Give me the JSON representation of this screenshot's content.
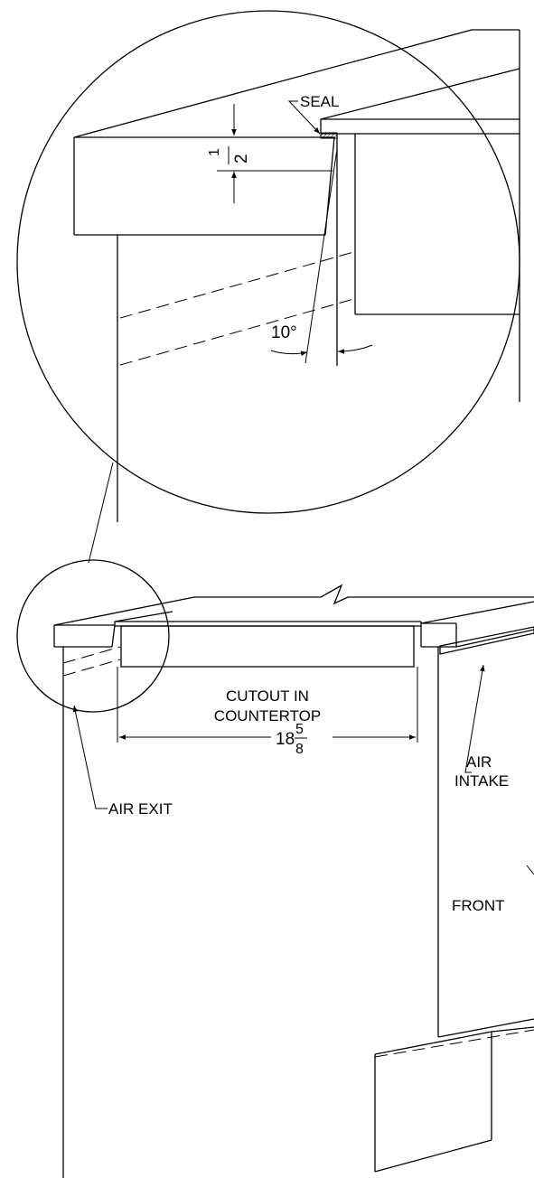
{
  "labels": {
    "seal": "SEAL",
    "angle": "10°",
    "cutout_line1": "CUTOUT IN",
    "cutout_line2": "COUNTERTOP",
    "air_intake_line1": "AIR",
    "air_intake_line2": "INTAKE",
    "air_exit": "AIR EXIT",
    "front": "FRONT"
  },
  "dimensions": {
    "gap_num": "1",
    "gap_den": "2",
    "width_whole": "18",
    "width_num": "5",
    "width_den": "8"
  }
}
